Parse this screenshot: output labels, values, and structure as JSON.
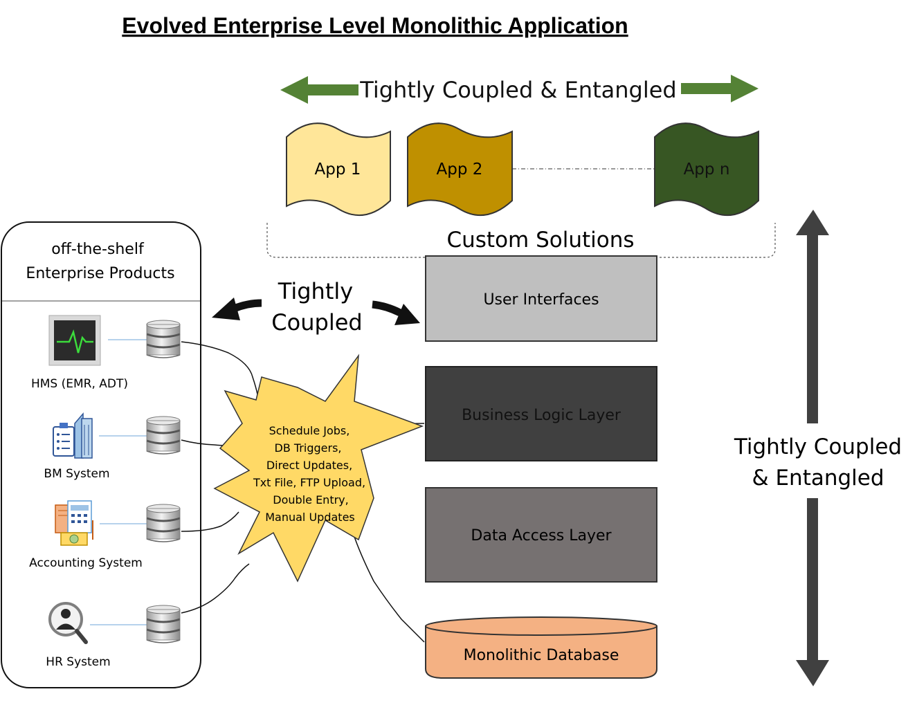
{
  "title": "Evolved Enterprise Level Monolithic Application",
  "top_banner": {
    "label": "Tightly Coupled & Entangled",
    "arrow_color": "#548235"
  },
  "apps": [
    {
      "label": "App 1",
      "color": "#FFE699"
    },
    {
      "label": "App 2",
      "color": "#BF9000"
    },
    {
      "label": "App n",
      "color": "#375623"
    }
  ],
  "custom_solutions_label": "Custom Solutions",
  "layers": [
    {
      "label": "User Interfaces",
      "color": "#BFBFBF"
    },
    {
      "label": "Business  Logic Layer",
      "color": "#404040"
    },
    {
      "label": "Data Access  Layer",
      "color": "#767171"
    },
    {
      "label": "Monolithic Database",
      "color": "#F4B183"
    }
  ],
  "left_panel": {
    "title_line1": "off-the-shelf",
    "title_line2": "Enterprise  Products",
    "systems": [
      {
        "label": "HMS (EMR, ADT)",
        "icon": "monitor-icon"
      },
      {
        "label": "BM System",
        "icon": "building-icon"
      },
      {
        "label": "Accounting System",
        "icon": "calculator-icon"
      },
      {
        "label": "HR System",
        "icon": "search-person-icon"
      }
    ]
  },
  "tightly_coupled_label": {
    "line1": "Tightly",
    "line2": "Coupled"
  },
  "burst_lines": [
    "Schedule Jobs,",
    "DB Triggers,",
    "Direct Updates,",
    "Txt File, FTP Upload,",
    "Double Entry,",
    "Manual Updates"
  ],
  "burst_color": "#FFD966",
  "right_label": {
    "line1": "Tightly Coupled",
    "line2": "& Entangled"
  }
}
